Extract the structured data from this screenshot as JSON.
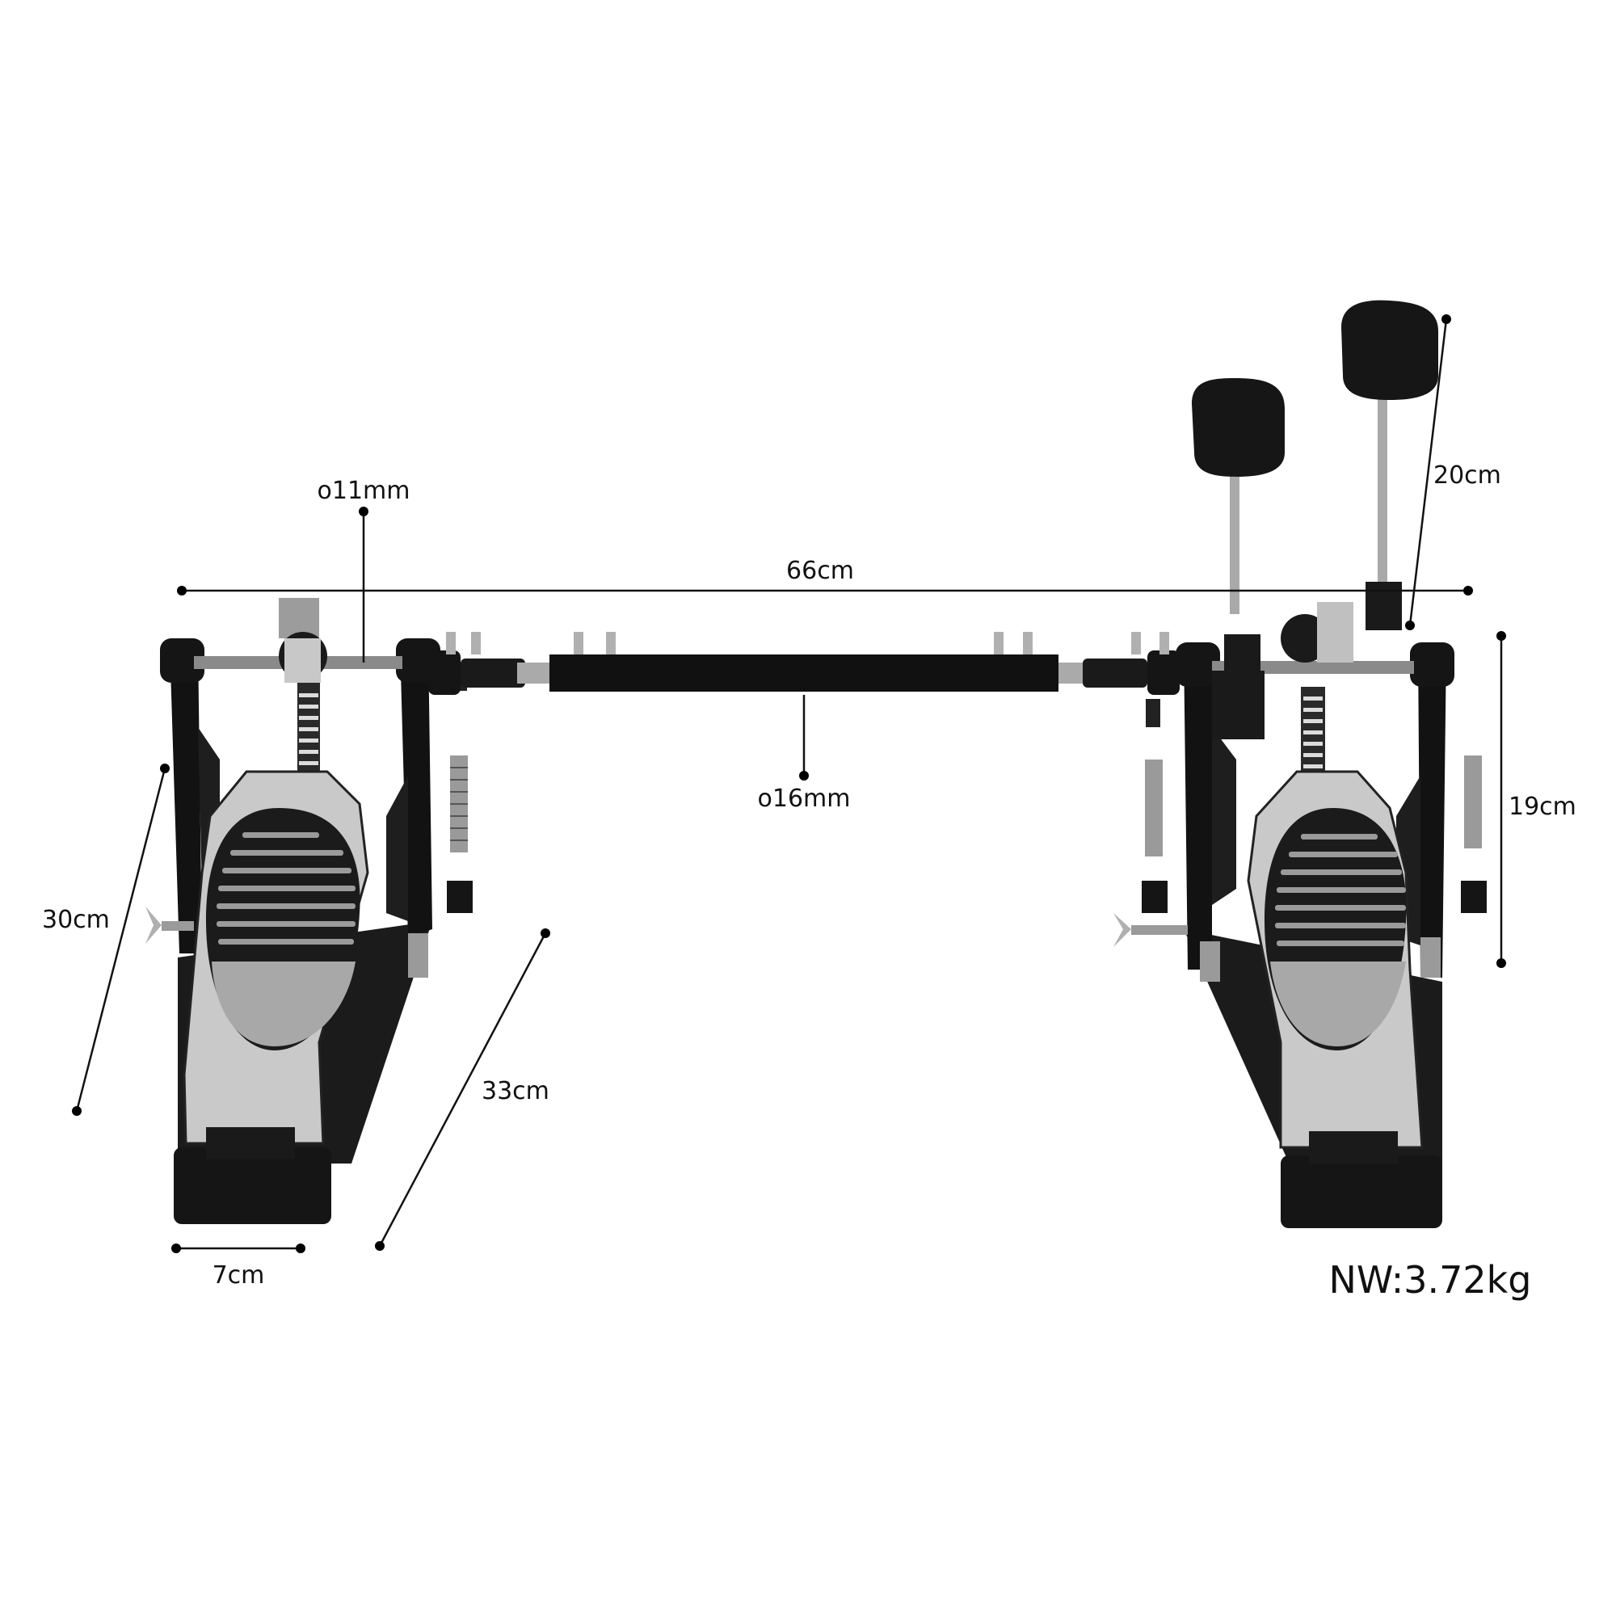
{
  "product": {
    "name_icon": "double-bass-drum-pedal",
    "colors": {
      "frame": "#111111",
      "plate": "#b9b9b9",
      "grip": "#1a1a1a"
    }
  },
  "dimensions": {
    "shaft_diameter": "o11mm",
    "total_length": "66cm",
    "beater_height": "20cm",
    "connecting_rod_diameter": "o16mm",
    "frame_height": "19cm",
    "pedal_length": "30cm",
    "base_length": "33cm",
    "heel_width": "7cm"
  },
  "net_weight": "NW:3.72kg"
}
